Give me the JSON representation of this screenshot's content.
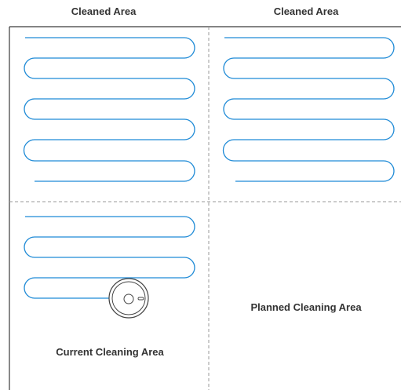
{
  "zones": {
    "top_left": {
      "label": "Cleaned Area",
      "state": "cleaned"
    },
    "top_right": {
      "label": "Cleaned Area",
      "state": "cleaned"
    },
    "bottom_left": {
      "label": "Current Cleaning Area",
      "state": "in-progress"
    },
    "bottom_right": {
      "label": "Planned Cleaning Area",
      "state": "planned"
    }
  },
  "colors": {
    "path": "#1e8ad6",
    "wall": "#3a3a3a",
    "divider": "#9a9a9a",
    "robot": "#444444"
  },
  "icons": {
    "robot": "robot-vacuum-icon"
  }
}
